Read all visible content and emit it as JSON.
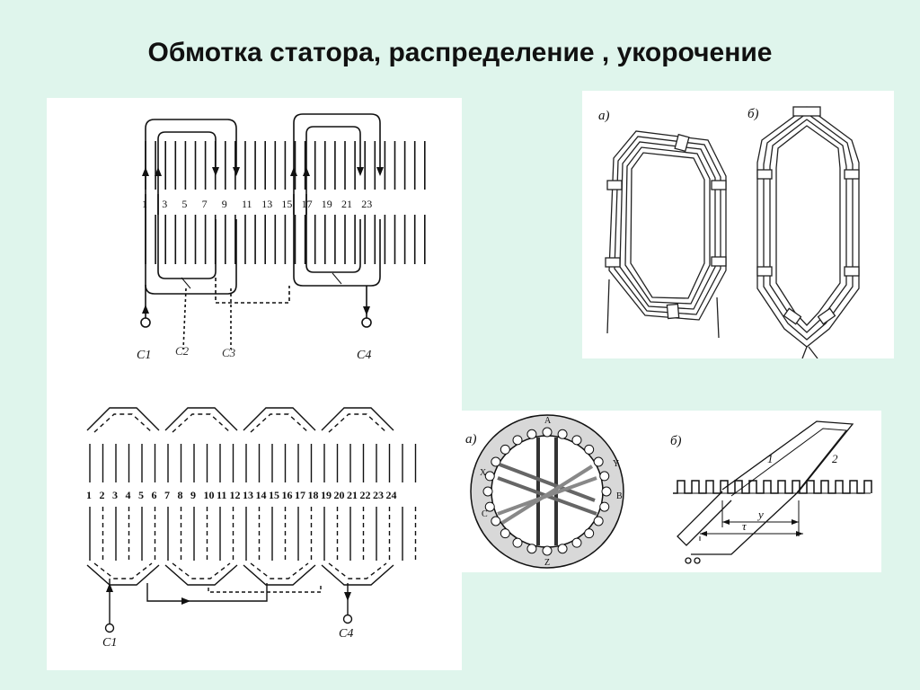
{
  "title": "Обмотка статора, распределение , укорочение",
  "diagram_top": {
    "slot_labels": [
      "1",
      "3",
      "5",
      "7",
      "9",
      "11",
      "13",
      "15",
      "17",
      "19",
      "21",
      "23"
    ],
    "terminal_start": "C1",
    "terminal_end": "C4",
    "handwritten_a": "С2",
    "handwritten_b": "С3"
  },
  "diagram_bottom": {
    "slot_labels": [
      "1",
      "2",
      "3",
      "4",
      "5",
      "6",
      "7",
      "8",
      "9",
      "10",
      "11",
      "12",
      "13",
      "14",
      "15",
      "16",
      "17",
      "18",
      "19",
      "20",
      "21",
      "22",
      "23",
      "24"
    ],
    "terminal_start": "C1",
    "terminal_end": "C4"
  },
  "coils": {
    "label_a": "а)",
    "label_b": "б)"
  },
  "stator": {
    "label_a": "а)",
    "label_b": "б)",
    "phase_letters": [
      "A",
      "Z",
      "B",
      "X",
      "C",
      "Y"
    ],
    "coil_1": "1",
    "coil_2": "2",
    "pitch_y": "y",
    "pole_pitch": "τ"
  }
}
